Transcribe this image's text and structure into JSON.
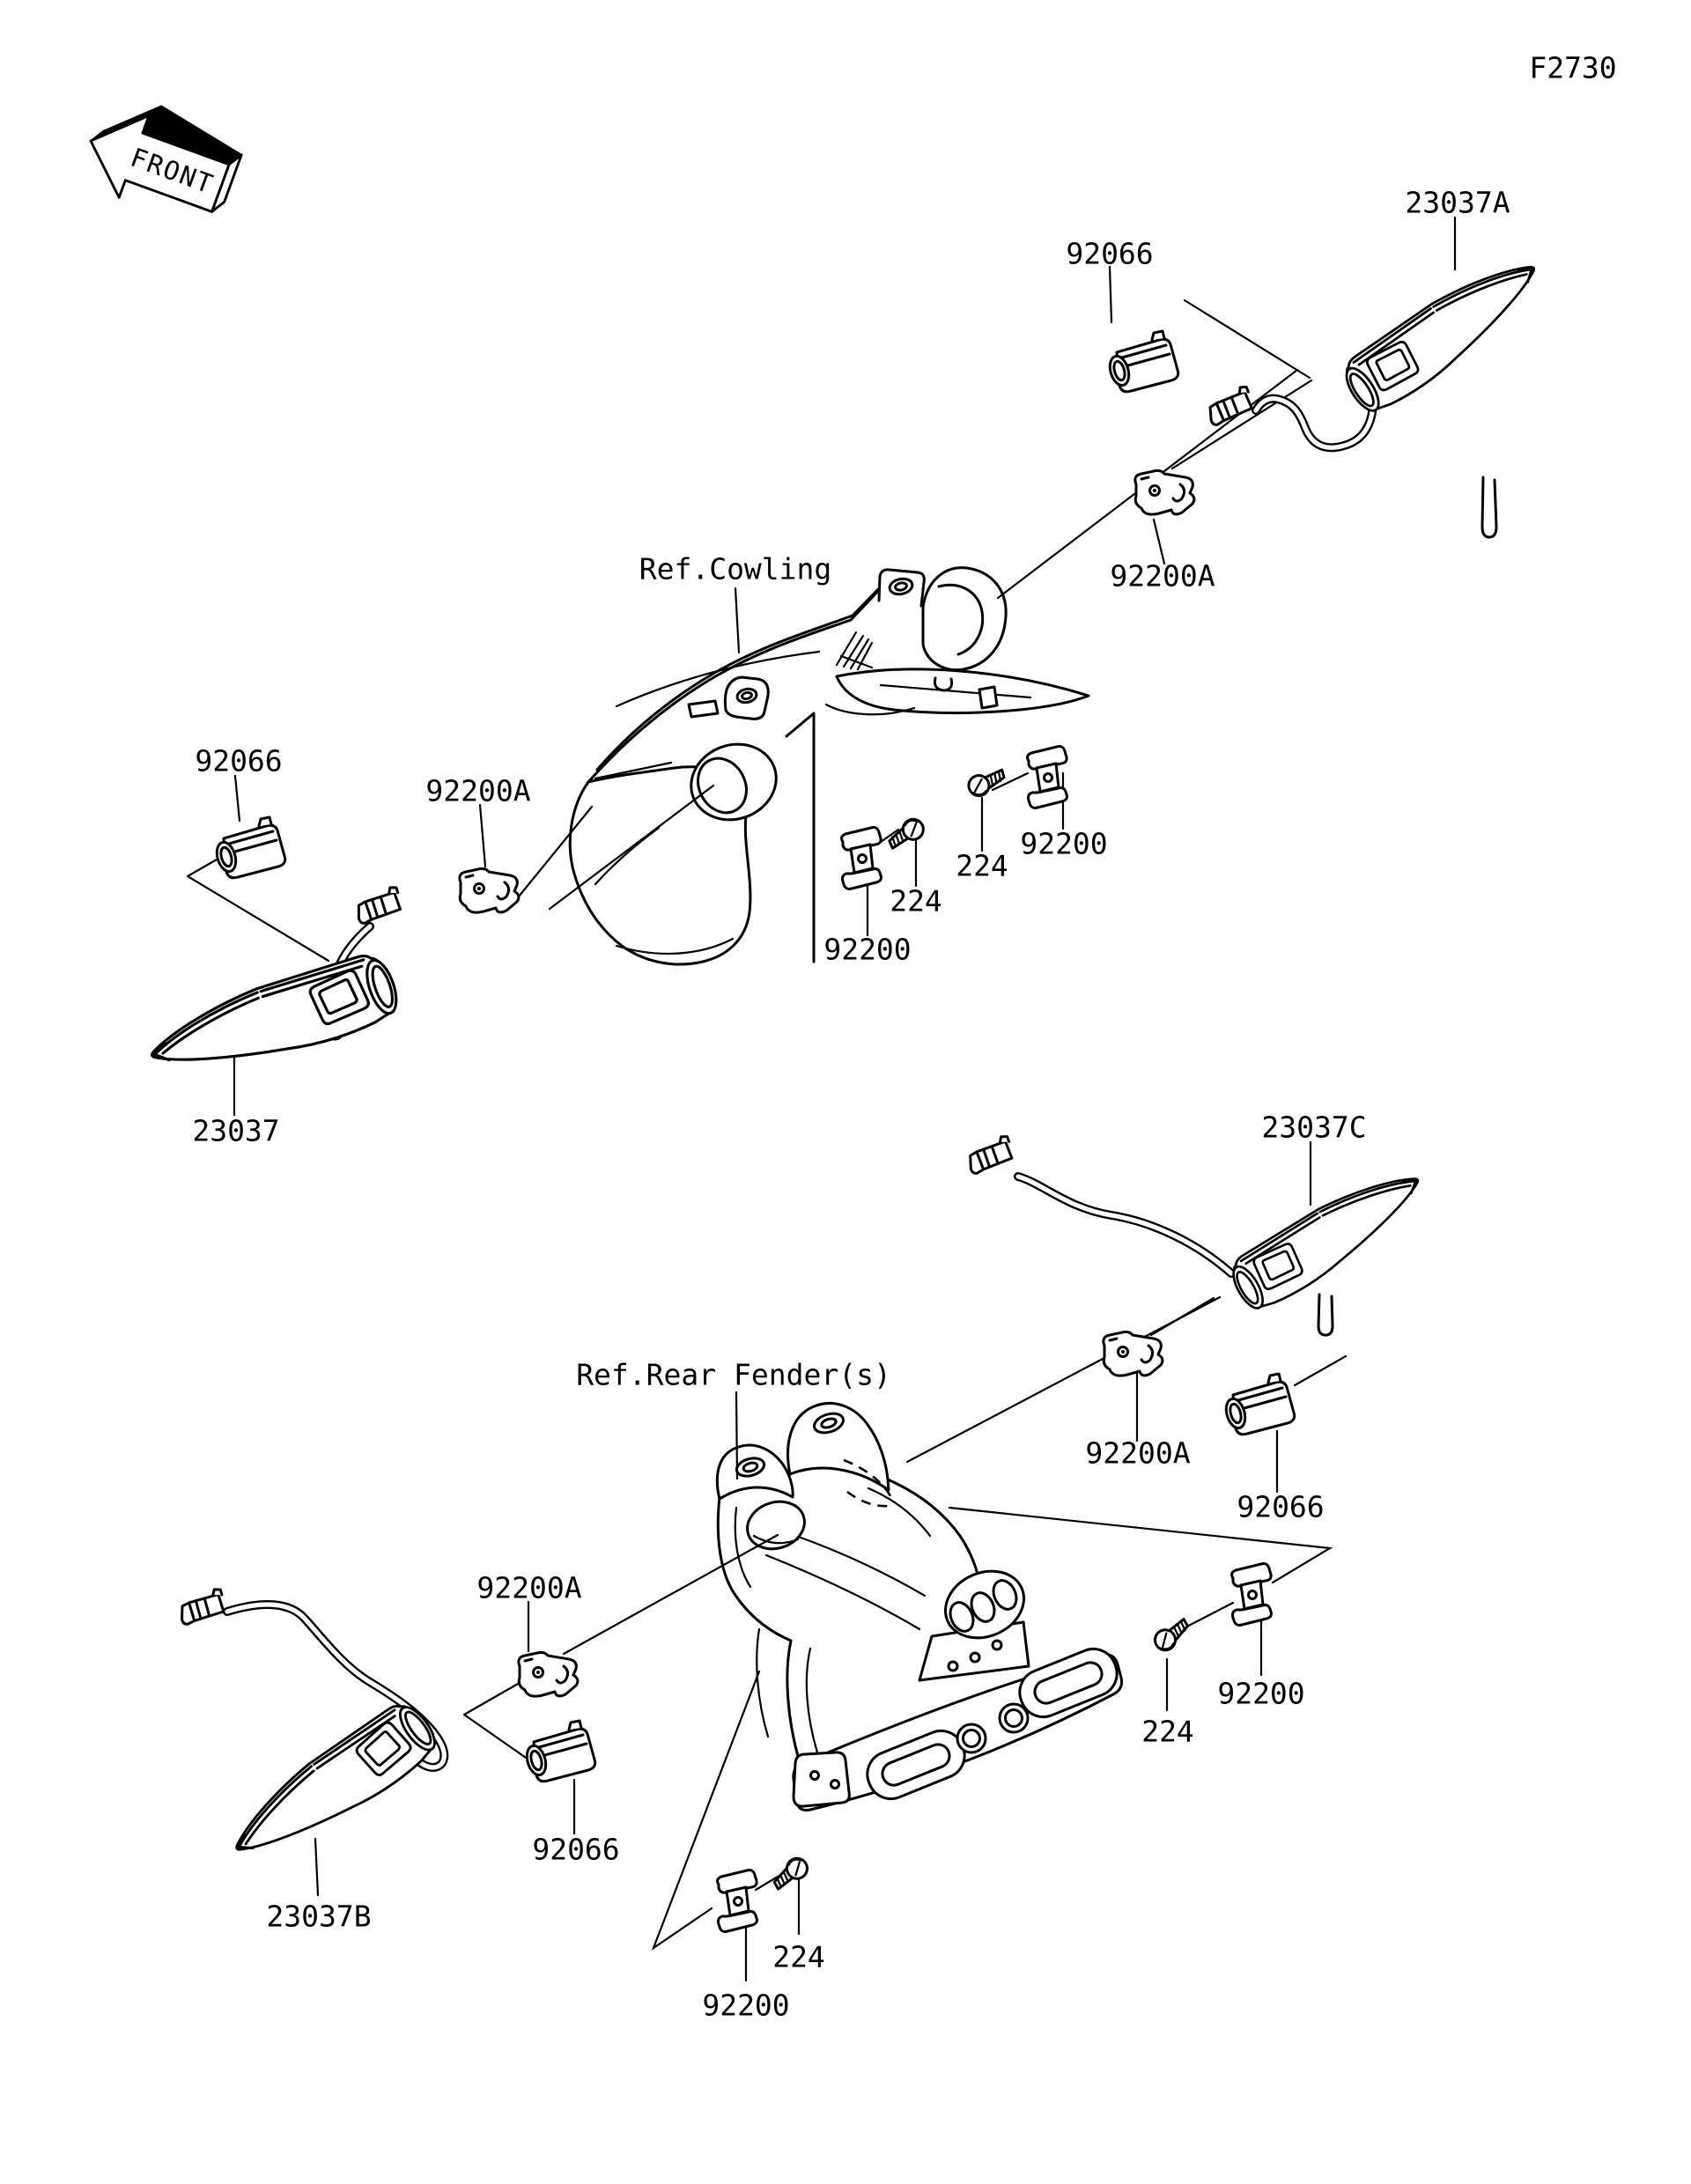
{
  "page": {
    "background": "#ffffff",
    "ink": "#000000",
    "description": "Motorcycle turn-signal parts exploded diagram"
  },
  "labels": [
    {
      "id": "figure-code",
      "text": "F2730"
    },
    {
      "id": "front-arrow",
      "text": "FRONT"
    },
    {
      "id": "lamp-front-right",
      "text": "23037A"
    },
    {
      "id": "connector-front-right",
      "text": "92066"
    },
    {
      "id": "clamp-front-right",
      "text": "92200A"
    },
    {
      "id": "ref-cowling",
      "text": "Ref.Cowling"
    },
    {
      "id": "connector-front-left",
      "text": "92066"
    },
    {
      "id": "clamp-front-left",
      "text": "92200A"
    },
    {
      "id": "lamp-front-left",
      "text": "23037"
    },
    {
      "id": "bracket-cowl-left",
      "text": "92200"
    },
    {
      "id": "screw-cowl-left",
      "text": "224"
    },
    {
      "id": "bracket-cowl-right",
      "text": "92200"
    },
    {
      "id": "screw-cowl-right",
      "text": "224"
    },
    {
      "id": "lamp-rear-right",
      "text": "23037C"
    },
    {
      "id": "ref-rear-fender",
      "text": "Ref.Rear Fender(s)"
    },
    {
      "id": "clamp-rear-right",
      "text": "92200A"
    },
    {
      "id": "connector-rear-right",
      "text": "92066"
    },
    {
      "id": "clamp-rear-left",
      "text": "92200A"
    },
    {
      "id": "connector-rear-left",
      "text": "92066"
    },
    {
      "id": "lamp-rear-left",
      "text": "23037B"
    },
    {
      "id": "bracket-rear-right",
      "text": "92200"
    },
    {
      "id": "screw-rear-right",
      "text": "224"
    },
    {
      "id": "bracket-rear-bottom",
      "text": "92200"
    },
    {
      "id": "screw-rear-bottom",
      "text": "224"
    }
  ]
}
